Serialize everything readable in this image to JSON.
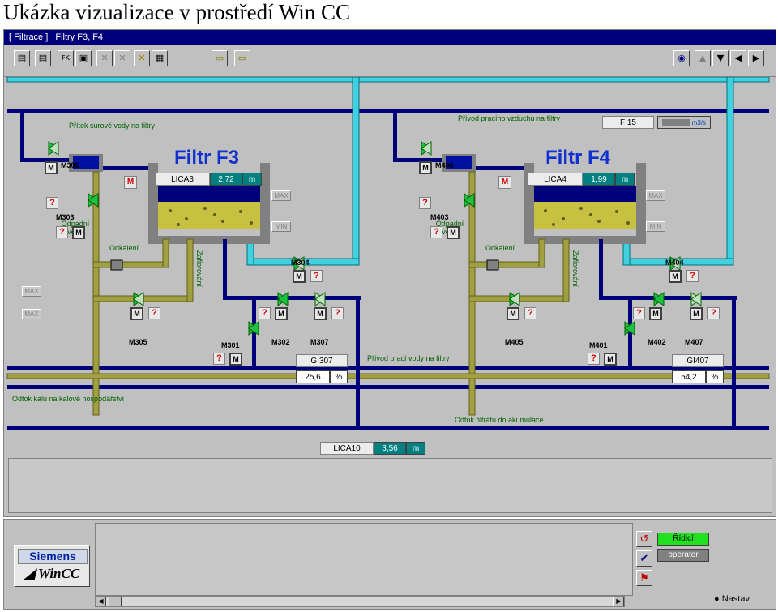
{
  "caption": "Ukázka vizualizace v prostředí Win CC",
  "window": {
    "title_menu": "[ Filtrace ]",
    "title_screen": "Filtry F3, F4"
  },
  "toolbar": {
    "left_icons": [
      "report-icon",
      "report-icon",
      "fk-icon",
      "clipboard-icon",
      "delete-icon",
      "delete-multi-icon",
      "ack-icon",
      "screen-icon",
      "open-screen-icon",
      "open-screen-icon"
    ],
    "fk_label": "FK",
    "right_icons": [
      "eye-icon",
      "arrow-up-icon",
      "arrow-down-icon",
      "arrow-left-icon",
      "arrow-right-icon"
    ]
  },
  "labels": {
    "raw_water_inflow": "Přítok surové vody na filtry",
    "wash_air_inflow": "Přívod pracího vzduchu na filtry",
    "wash_water_inflow": "Přívod prací vody na filtry",
    "sludge_outflow": "Odtok kalu na kalové hospodářství",
    "filtrate_outflow": "Odtok filtrátu do akumulace",
    "waste_water": "Odpadní voda",
    "deaeration": "Odkalení",
    "flooding": "Zaflorování"
  },
  "fi15": {
    "tag": "FI15",
    "value": "",
    "unit": "m3/s"
  },
  "filter_f3": {
    "title": "Filtr F3",
    "level_tag": "LICA3",
    "level_value": "2,72",
    "level_unit": "m",
    "gi_tag": "GI307",
    "gi_value": "25,6",
    "gi_unit": "%",
    "valves": [
      "M306",
      "M303",
      "M304",
      "M305",
      "M301",
      "M302",
      "M307"
    ]
  },
  "filter_f4": {
    "title": "Filtr F4",
    "level_tag": "LICA4",
    "level_value": "1,99",
    "level_unit": "m",
    "gi_tag": "GI407",
    "gi_value": "54,2",
    "gi_unit": "%",
    "valves": [
      "M406",
      "M403",
      "M404",
      "M405",
      "M401",
      "M402",
      "M407"
    ]
  },
  "lica10": {
    "tag": "LICA10",
    "value": "3,56",
    "unit": "m"
  },
  "limits": {
    "max": "MAX",
    "min": "MIN"
  },
  "symbols": {
    "motor": "M",
    "unknown": "?"
  },
  "status": {
    "logo_top": "Siemens",
    "logo_bottom": "WinCC",
    "role_active": "Řídicí",
    "role_user": "operator",
    "nastav": "Nastav"
  },
  "colors": {
    "title_bar": "#00007b",
    "water_pipe": "#00007b",
    "air_pipe": "#40d0e0",
    "sludge_pipe": "#a0a040",
    "sand": "#c8c040",
    "value_bg": "#008080",
    "role_active_bg": "#20e020",
    "role_user_bg": "#808080"
  }
}
